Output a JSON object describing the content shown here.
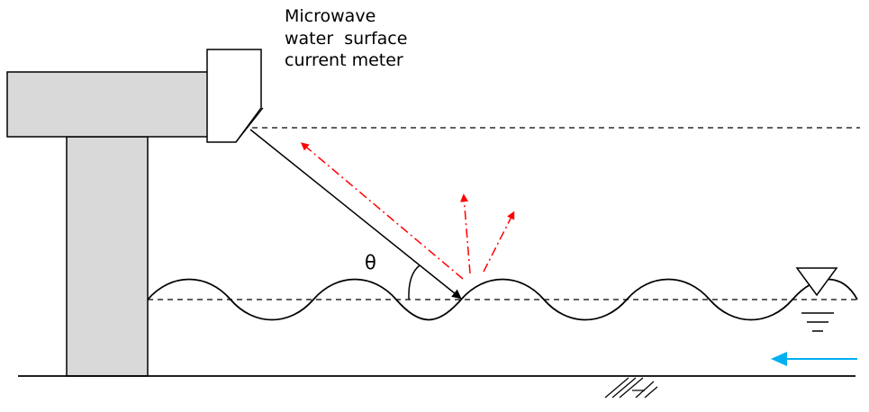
{
  "device": {
    "label_lines": [
      "Microwave",
      "water  surface",
      "current meter"
    ]
  },
  "angle": {
    "symbol": "θ"
  },
  "icons": {
    "microwave_sensor": "microwave-sensor-icon",
    "water_level": "water-level-triangle-icon",
    "flow_direction": "flow-arrow-icon",
    "riverbed": "riverbed-hatch-icon"
  },
  "colors": {
    "structure_fill": "#d9d9d9",
    "scatter_arrows": "#ff0000",
    "flow_arrow": "#00b0f0",
    "lines": "#000000"
  }
}
